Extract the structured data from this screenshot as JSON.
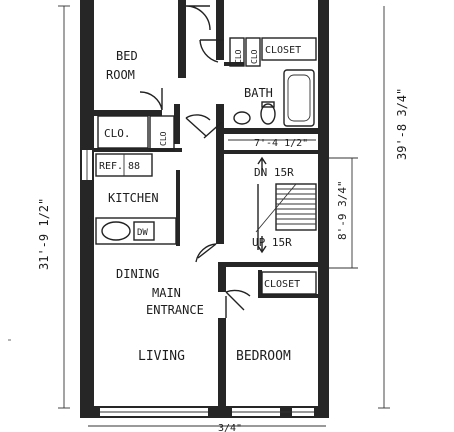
{
  "plan": {
    "rooms": {
      "bed_room": {
        "line1": "BED",
        "line2": "ROOM"
      },
      "bath": "BATH",
      "closet_top": "CLOSET",
      "clo_left": "CLO.",
      "clo_small_1": "CLO",
      "clo_small_2": "CLO",
      "clo_kitchen": "CLO",
      "ref": "REF.",
      "ref_num": "88",
      "kitchen": "KITCHEN",
      "dw": "DW",
      "dining": "DINING",
      "main_entrance": {
        "line1": "MAIN",
        "line2": "ENTRANCE"
      },
      "closet_mid": "CLOSET",
      "living": "LIVING",
      "bedroom": "BEDROOM",
      "stair_down": "DN 15R",
      "stair_up": "UP 15R"
    },
    "dimensions": {
      "left_height": "31'-9 1/2\"",
      "right_height": "39'-8 3/4\"",
      "stair_height": "8'-9 3/4\"",
      "bath_width": "7'-4 1/2\"",
      "bottom_width": "3/4\""
    }
  }
}
